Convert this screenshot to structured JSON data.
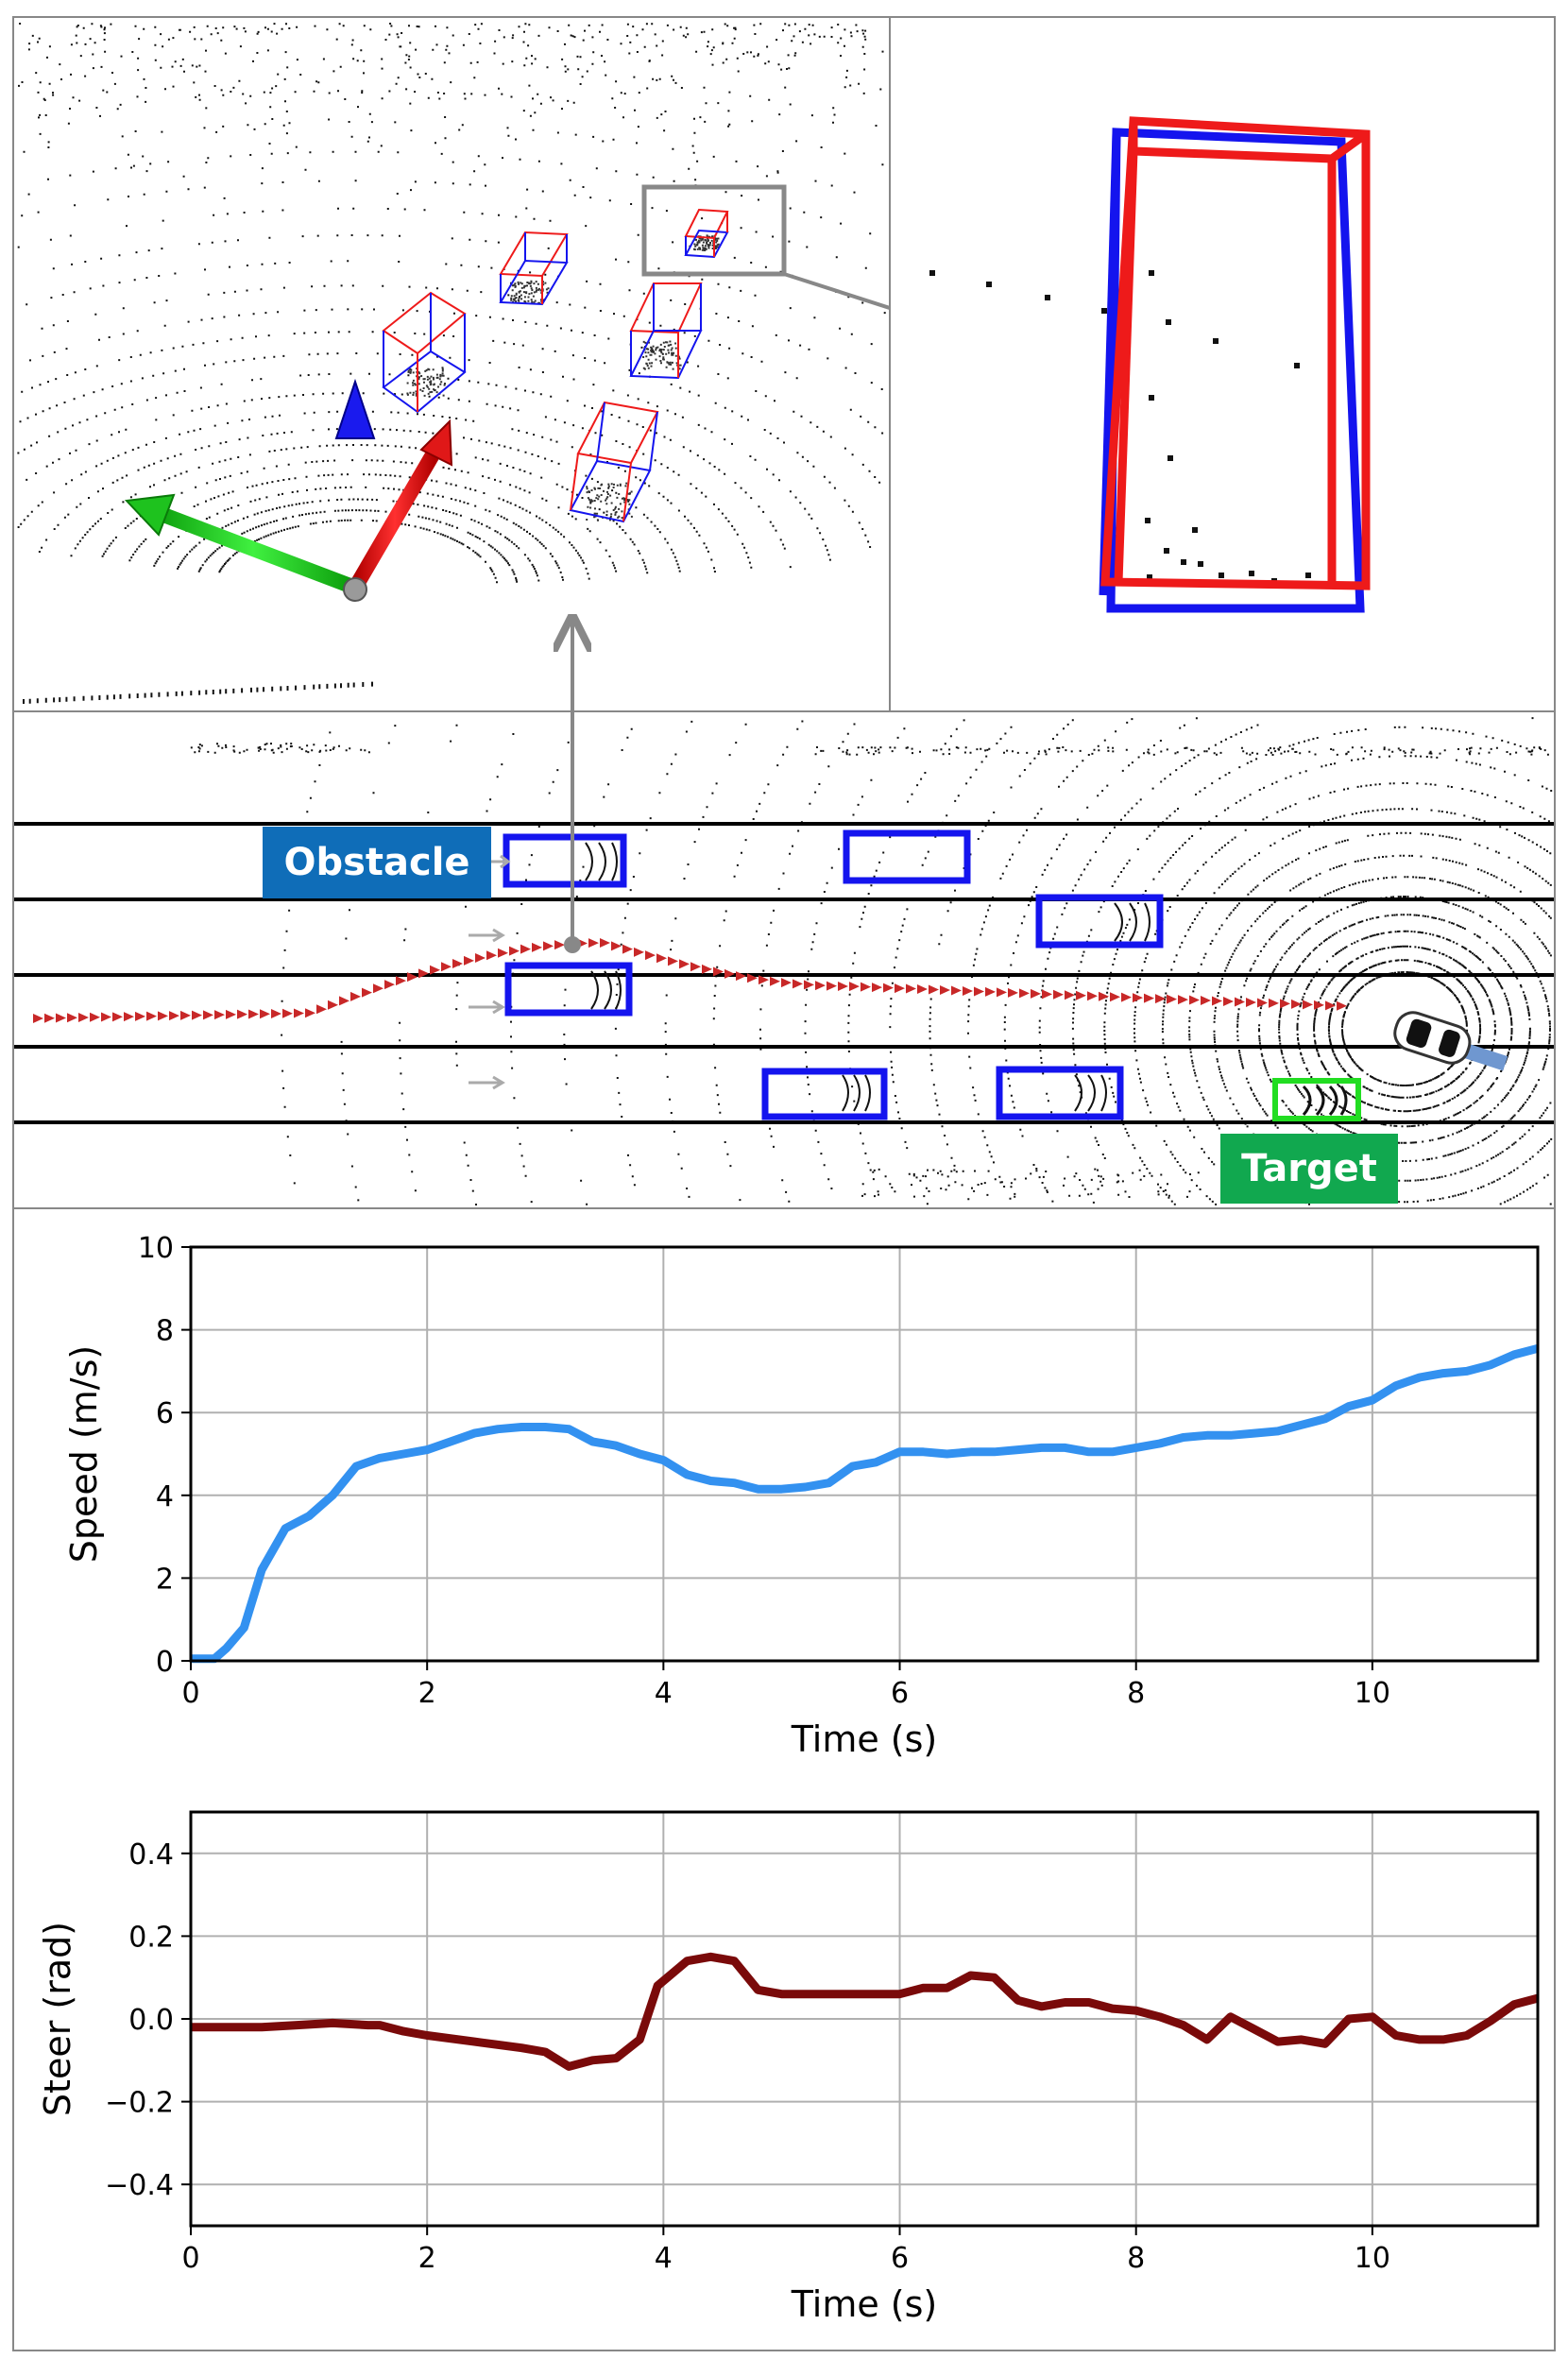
{
  "labels": {
    "obstacle": "Obstacle",
    "target": "Target"
  },
  "colors": {
    "speed_line": "#3391f0",
    "steer_line": "#7a0a0a",
    "obstacle_label_bg": "#0f6db8",
    "target_label_bg": "#11a84f",
    "box_blue": "#1414ee",
    "box_red": "#ee1a1a",
    "target_box": "#22dd22",
    "trajectory": "#c82828"
  },
  "chart_data": [
    {
      "type": "line",
      "xlabel": "Time (s)",
      "ylabel": "Speed (m/s)",
      "xlim": [
        0,
        11.4
      ],
      "ylim": [
        0,
        10
      ],
      "xticks": [
        0,
        2,
        4,
        6,
        8,
        10
      ],
      "yticks": [
        0,
        2,
        4,
        6,
        8,
        10
      ],
      "grid": true,
      "series": [
        {
          "x": [
            0,
            0.2,
            0.3,
            0.45,
            0.6,
            0.8,
            1.0,
            1.2,
            1.4,
            1.6,
            1.8,
            2.0,
            2.2,
            2.4,
            2.6,
            2.8,
            3.0,
            3.2,
            3.4,
            3.6,
            3.8,
            4.0,
            4.2,
            4.4,
            4.6,
            4.8,
            5.0,
            5.2,
            5.4,
            5.6,
            5.8,
            6.0,
            6.2,
            6.4,
            6.6,
            6.8,
            7.0,
            7.2,
            7.4,
            7.6,
            7.8,
            8.0,
            8.2,
            8.4,
            8.6,
            8.8,
            9.0,
            9.2,
            9.4,
            9.6,
            9.8,
            10.0,
            10.2,
            10.4,
            10.6,
            10.8,
            11.0,
            11.2,
            11.4
          ],
          "y": [
            0.05,
            0.05,
            0.3,
            0.8,
            2.2,
            3.2,
            3.5,
            4.0,
            4.7,
            4.9,
            5.0,
            5.1,
            5.3,
            5.5,
            5.6,
            5.65,
            5.65,
            5.6,
            5.3,
            5.2,
            5.0,
            4.85,
            4.5,
            4.35,
            4.3,
            4.15,
            4.15,
            4.2,
            4.3,
            4.7,
            4.8,
            5.05,
            5.05,
            5.0,
            5.05,
            5.05,
            5.1,
            5.15,
            5.15,
            5.05,
            5.05,
            5.15,
            5.25,
            5.4,
            5.45,
            5.45,
            5.5,
            5.55,
            5.7,
            5.85,
            6.15,
            6.3,
            6.65,
            6.85,
            6.95,
            7.0,
            7.15,
            7.4,
            7.55
          ]
        }
      ]
    },
    {
      "type": "line",
      "xlabel": "Time (s)",
      "ylabel": "Steer (rad)",
      "xlim": [
        0,
        11.4
      ],
      "ylim": [
        -0.5,
        0.5
      ],
      "xticks": [
        0,
        2,
        4,
        6,
        8,
        10
      ],
      "yticks": [
        -0.4,
        -0.2,
        0.0,
        0.2,
        0.4
      ],
      "ytick_labels": [
        "−0.4",
        "−0.2",
        "0.0",
        "0.2",
        "0.4"
      ],
      "grid": true,
      "series": [
        {
          "x": [
            0,
            0.3,
            0.6,
            0.9,
            1.2,
            1.5,
            1.6,
            1.8,
            2.0,
            2.4,
            2.8,
            3.0,
            3.2,
            3.4,
            3.6,
            3.8,
            3.95,
            4.2,
            4.4,
            4.6,
            4.8,
            5.0,
            5.2,
            5.6,
            6.0,
            6.2,
            6.4,
            6.6,
            6.8,
            7.0,
            7.2,
            7.4,
            7.6,
            7.8,
            8.0,
            8.2,
            8.4,
            8.6,
            8.8,
            9.0,
            9.2,
            9.4,
            9.6,
            9.8,
            10.0,
            10.2,
            10.4,
            10.6,
            10.8,
            11.0,
            11.2,
            11.4
          ],
          "y": [
            -0.02,
            -0.02,
            -0.02,
            -0.015,
            -0.01,
            -0.015,
            -0.015,
            -0.03,
            -0.04,
            -0.055,
            -0.07,
            -0.08,
            -0.115,
            -0.1,
            -0.095,
            -0.05,
            0.08,
            0.14,
            0.15,
            0.14,
            0.07,
            0.06,
            0.06,
            0.06,
            0.06,
            0.075,
            0.075,
            0.105,
            0.1,
            0.045,
            0.03,
            0.04,
            0.04,
            0.025,
            0.02,
            0.005,
            -0.015,
            -0.05,
            0.005,
            -0.025,
            -0.055,
            -0.05,
            -0.06,
            0.0,
            0.005,
            -0.04,
            -0.05,
            -0.05,
            -0.04,
            -0.005,
            0.035,
            0.05
          ]
        }
      ]
    }
  ]
}
